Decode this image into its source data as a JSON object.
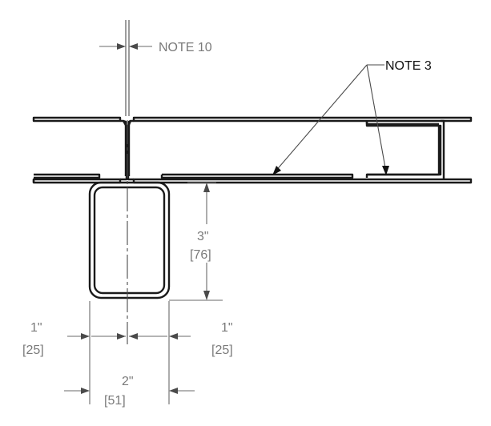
{
  "labels": {
    "note_10": "NOTE 10",
    "note_3": "NOTE 3",
    "height_in": "3\"",
    "height_mm": "[76]",
    "left_in": "1\"",
    "left_mm": "[25]",
    "right_in": "1\"",
    "right_mm": "[25]",
    "width_in": "2\"",
    "width_mm": "[51]"
  },
  "colors": {
    "line": "#1a1a1a",
    "dimension": "#6a6a6a",
    "note_text": "#7a7a7a",
    "note3_text": "#111111"
  }
}
